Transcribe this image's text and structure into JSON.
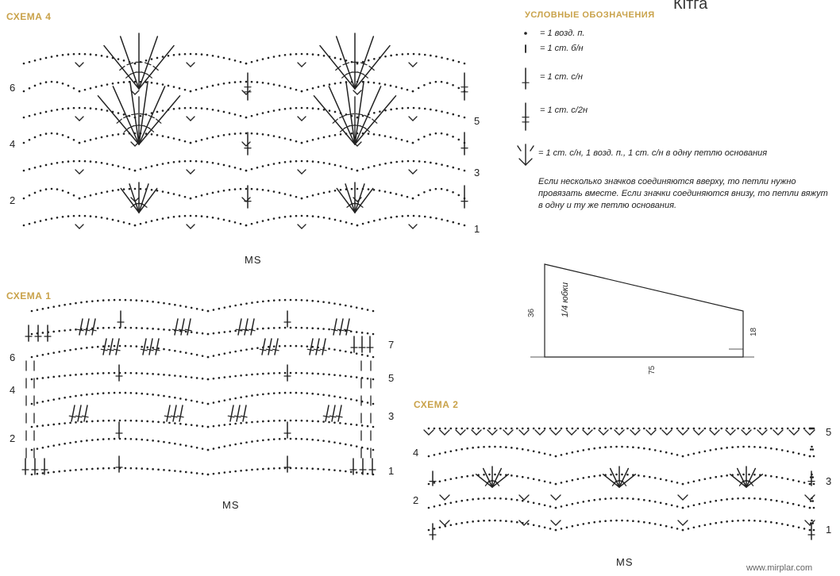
{
  "page_label": "Кітга",
  "schemes": {
    "scheme4": {
      "title": "СХЕМА 4",
      "row_numbers_left": [
        "6",
        "4",
        "2"
      ],
      "row_numbers_right": [
        "5",
        "3",
        "1"
      ],
      "repeat_label": "MS"
    },
    "scheme1": {
      "title": "СХЕМА 1",
      "row_numbers_left": [
        "6",
        "4",
        "2"
      ],
      "row_numbers_right": [
        "7",
        "5",
        "3",
        "1"
      ],
      "repeat_label": "MS"
    },
    "scheme2": {
      "title": "СХЕМА 2",
      "row_numbers_left": [
        "4",
        "2"
      ],
      "row_numbers_right": [
        "5",
        "3",
        "1"
      ],
      "repeat_label": "MS"
    }
  },
  "legend": {
    "title": "УСЛОВНЫЕ ОБОЗНАЧЕНИЯ",
    "items": [
      {
        "icon": "dot-symbol",
        "text": "= 1 возд. п."
      },
      {
        "icon": "short-bar-symbol",
        "text": "= 1 ст. б/н"
      },
      {
        "icon": "dc-symbol",
        "text": "= 1 ст. с/н"
      },
      {
        "icon": "tc-symbol",
        "text": "= 1 ст. с/2н"
      },
      {
        "icon": "v-stitch-symbol",
        "text": "= 1 ст. с/н, 1 возд. п., 1 ст. с/н в одну петлю основания"
      }
    ],
    "note": "Если несколько значков соединяются вверху, то петли нужно провязать вместе. Если значки соединяются внизу, то петли вяжут в одну и ту же петлю основания."
  },
  "skirt_pattern": {
    "label": "1/4 юбки",
    "left_height": "36",
    "right_height": "18",
    "bottom_width": "75"
  },
  "watermark": "www.mirplar.com"
}
